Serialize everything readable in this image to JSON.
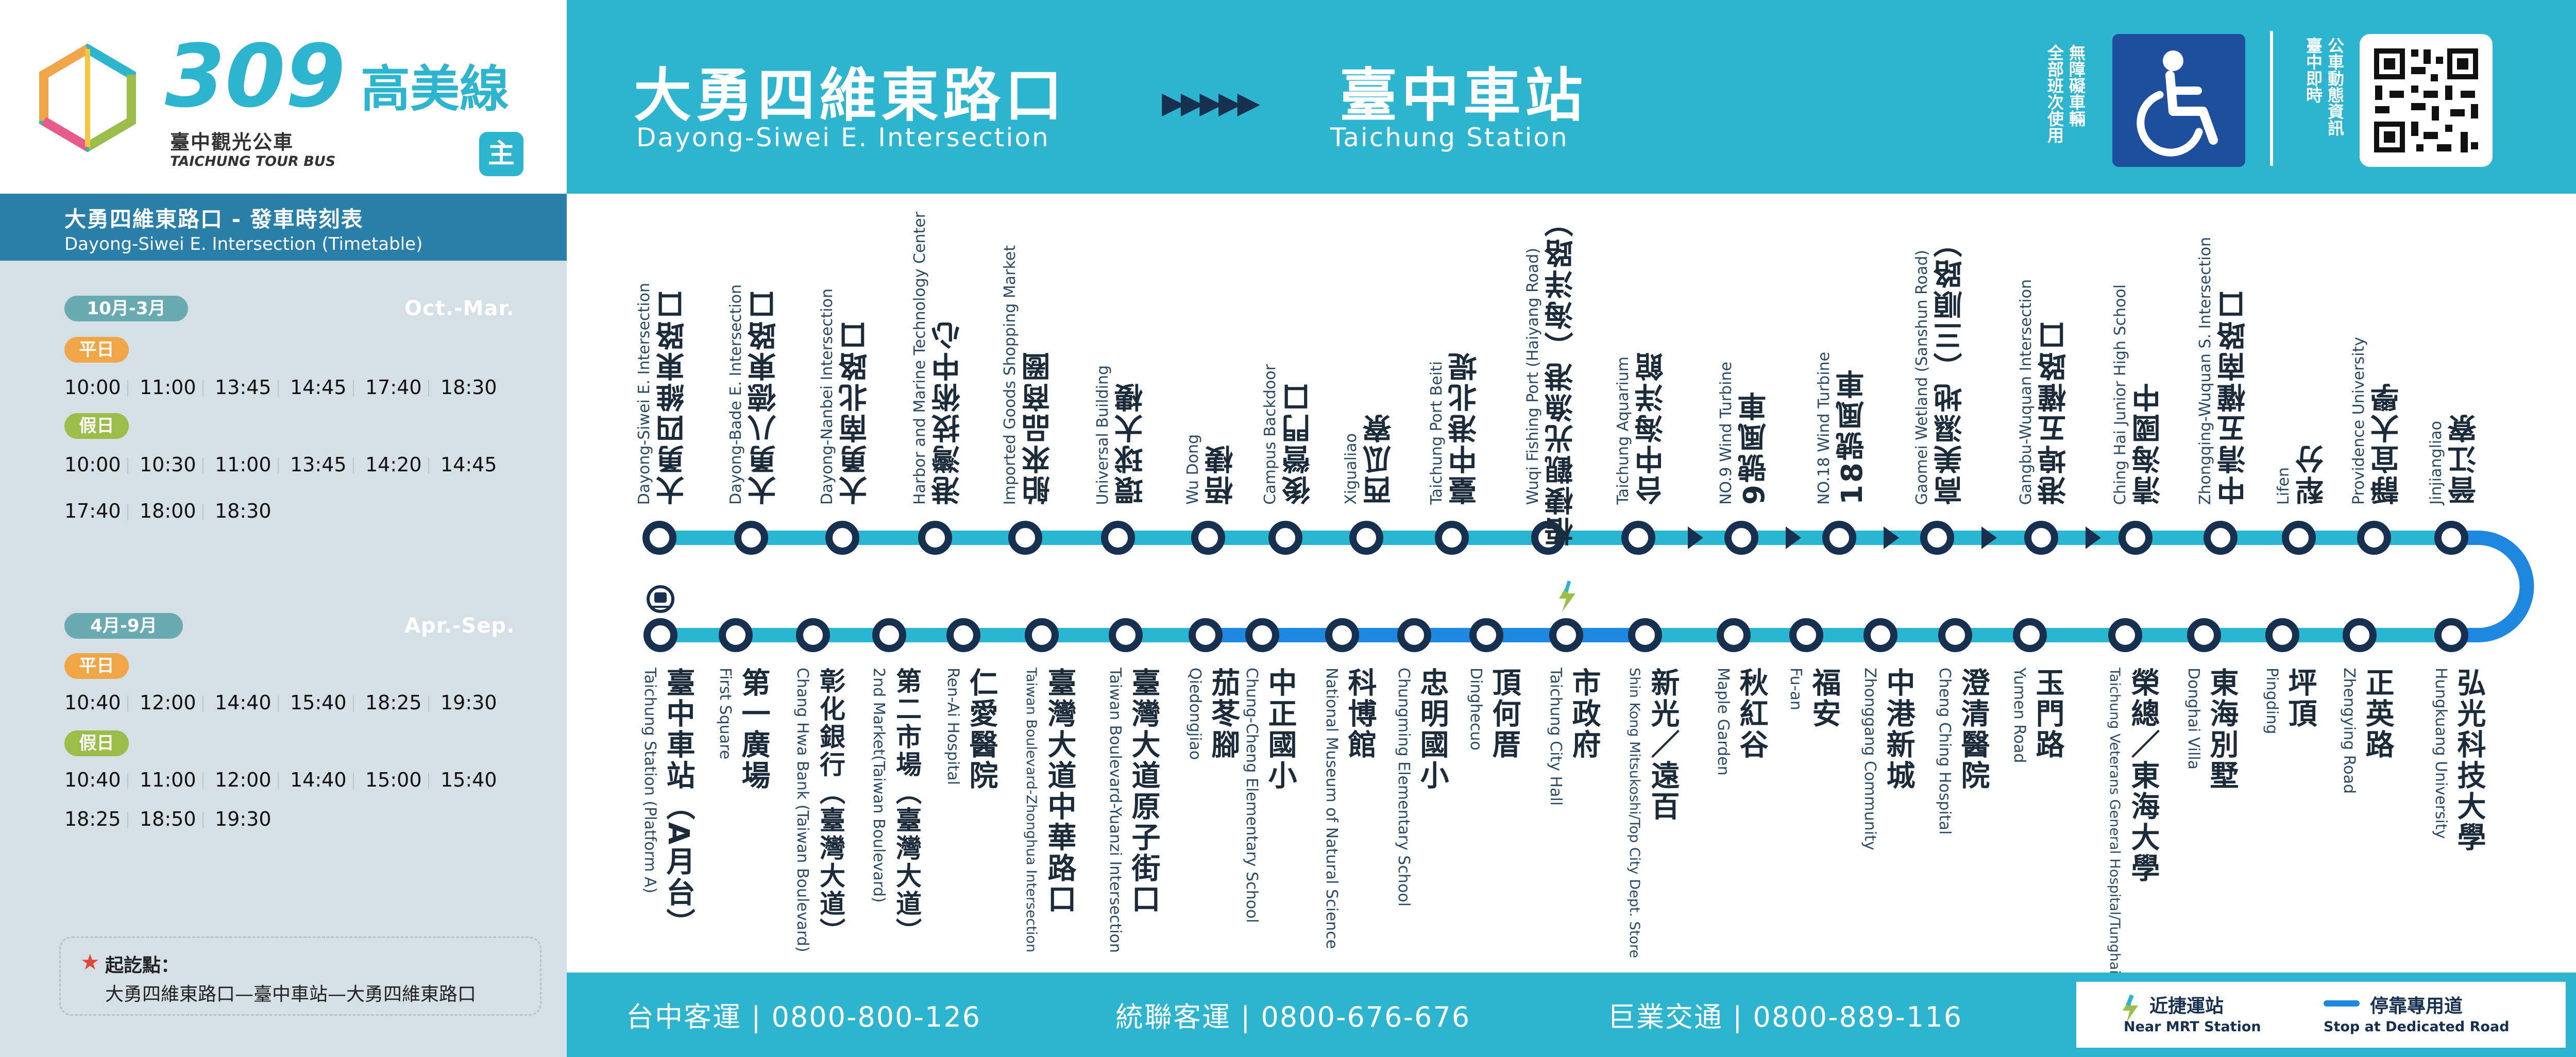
{
  "brand": {
    "route_number": "309",
    "route_name": "高美線",
    "subtitle_cn": "臺中觀光公車",
    "subtitle_en": "TAICHUNG TOUR BUS",
    "main_badge": "主"
  },
  "header": {
    "origin_cn": "大勇四維東路口",
    "origin_en": "Dayong-Siwei E. Intersection",
    "arrows": "▶▶▶▶▶",
    "dest_cn": "臺中車站",
    "dest_en": "Taichung Station",
    "accessible_col1": "全部班次使用",
    "accessible_col2": "無障礙車輛",
    "realtime_col1": "臺中即時",
    "realtime_col2": "公車動態資訊"
  },
  "timetable": {
    "title_cn": "大勇四維東路口 - 發車時刻表",
    "title_en": "Dayong-Siwei E. Intersection (Timetable)",
    "weekday_label": "平日",
    "holiday_label": "假日",
    "season1": {
      "label_cn": "10月-3月",
      "label_en": "Oct.-Mar.",
      "weekday": [
        "10:00",
        "11:00",
        "13:45",
        "14:45",
        "17:40",
        "18:30"
      ],
      "holiday_row1": [
        "10:00",
        "10:30",
        "11:00",
        "13:45",
        "14:20",
        "14:45"
      ],
      "holiday_row2": [
        "17:40",
        "18:00",
        "18:30"
      ]
    },
    "season2": {
      "label_cn": "4月-9月",
      "label_en": "Apr.-Sep.",
      "weekday": [
        "10:40",
        "12:00",
        "14:40",
        "15:40",
        "18:25",
        "19:30"
      ],
      "holiday_row1": [
        "10:40",
        "11:00",
        "12:00",
        "14:40",
        "15:00",
        "15:40"
      ],
      "holiday_row2": [
        "18:25",
        "18:50",
        "19:30"
      ]
    },
    "origin_label": "起訖點：",
    "origin_route": "大勇四維東路口—臺中車站—大勇四維東路口"
  },
  "stops_top": [
    {
      "cn": "大勇四維東路口",
      "en": "Dayong-Siwei E. Intersection"
    },
    {
      "cn": "大勇八德東路口",
      "en": "Dayong-Bade E. Intersection"
    },
    {
      "cn": "大勇南北路口",
      "en": "Dayong-Nanbei Intersection"
    },
    {
      "cn": "港灣技術中心",
      "en": "Harbor and Marine Technology Center"
    },
    {
      "cn": "舶來品商圈",
      "en": "Imported Goods Shopping Market"
    },
    {
      "cn": "環球大樓",
      "en": "Universal Building"
    },
    {
      "cn": "梧棲",
      "en": "Wu Dong"
    },
    {
      "cn": "後營門口",
      "en": "Campus Backdoor"
    },
    {
      "cn": "西瓜寮",
      "en": "Xigualiao"
    },
    {
      "cn": "臺中港北堤",
      "en": "Taichung Port Beiti"
    },
    {
      "cn": "梧棲觀光漁港（海洋路）",
      "en": "Wuqi Fishing Port (Haiyang Road)"
    },
    {
      "cn": "台中海洋館",
      "en": "Taichung Aquarium"
    },
    {
      "cn": "9號風車",
      "en": "NO.9 Wind Turbine"
    },
    {
      "cn": "18號風車",
      "en": "NO.18 Wind Turbine"
    },
    {
      "cn": "高美濕地（三順路）",
      "en": "Gaomei Wetland (Sanshun Road)"
    },
    {
      "cn": "港埠五權路口",
      "en": "Gangbu-Wuquan Intersection"
    },
    {
      "cn": "清海國中",
      "en": "Ching Hai Junior High School"
    },
    {
      "cn": "中清五權南路口",
      "en": "Zhongqing-Wuquan S. Intersection"
    },
    {
      "cn": "犁分",
      "en": "Lifen"
    },
    {
      "cn": "靜宜大學",
      "en": "Providence University"
    },
    {
      "cn": "晉江寮",
      "en": "Jinjiangliao"
    }
  ],
  "stops_bottom": [
    {
      "cn": "臺中車站（A月台）",
      "en": "Taichung Station (Platform A)"
    },
    {
      "cn": "第一廣場",
      "en": "First Square"
    },
    {
      "cn": "彰化銀行（臺灣大道）",
      "en": "Chang Hwa Bank (Taiwan Boulevard)"
    },
    {
      "cn": "第二市場（臺灣大道）",
      "en": "2nd Market(Taiwan Boulevard)"
    },
    {
      "cn": "仁愛醫院",
      "en": "Ren-Ai Hospital"
    },
    {
      "cn": "臺灣大道中華路口",
      "en": "Taiwan Boulevard-Zhonghua Intersection"
    },
    {
      "cn": "臺灣大道原子街口",
      "en": "Taiwan Boulevard-Yuanzi Intersection"
    },
    {
      "cn": "茄苳腳",
      "en": "Qiedongjiao"
    },
    {
      "cn": "中正國小",
      "en": "Chung-Cheng Elementary School"
    },
    {
      "cn": "科博館",
      "en": "National Museum of Natural Science"
    },
    {
      "cn": "忠明國小",
      "en": "Chungming Elementary School"
    },
    {
      "cn": "頂何厝",
      "en": "Dinghecuo"
    },
    {
      "cn": "市政府",
      "en": "Taichung City Hall"
    },
    {
      "cn": "新光／遠百",
      "en": "Shin Kong Mitsukoshi/Top City Dept. Store"
    },
    {
      "cn": "秋紅谷",
      "en": "Maple Garden"
    },
    {
      "cn": "福安",
      "en": "Fu-an"
    },
    {
      "cn": "中港新城",
      "en": "Zhonggang Community"
    },
    {
      "cn": "澄清醫院",
      "en": "Cheng Ching Hospital"
    },
    {
      "cn": "玉門路",
      "en": "Yumen Road"
    },
    {
      "cn": "榮總／東海大學",
      "en": "Taichung Veterans General Hospital/Tunghai Uni."
    },
    {
      "cn": "東海別墅",
      "en": "Donghai Villa"
    },
    {
      "cn": "坪頂",
      "en": "Pingding"
    },
    {
      "cn": "正英路",
      "en": "Zhengying Road"
    },
    {
      "cn": "弘光科技大學",
      "en": "Hungkuang University"
    }
  ],
  "operators": [
    {
      "name": "台中客運",
      "phone": "0800-800-126"
    },
    {
      "name": "統聯客運",
      "phone": "0800-676-676"
    },
    {
      "name": "巨業交通",
      "phone": "0800-889-116"
    }
  ],
  "legend": {
    "mrt_cn": "近捷運站",
    "mrt_en": "Near MRT Station",
    "lane_cn": "停靠專用道",
    "lane_en": "Stop at Dedicated Road"
  },
  "colors": {
    "header_bg": "#2db4cf",
    "timetable_header": "#2a7fa9",
    "left_panel": "#d4dfe6",
    "route_line": "#29b6d0",
    "dedicated_lane": "#1e88e0",
    "stop_circle": "#17304f",
    "weekday_pill": "#f0a547",
    "holiday_pill": "#9bbd4a",
    "season_pill": "#6aaab1"
  },
  "icons": {
    "wheelchair": "wheelchair-icon",
    "qr": "qr-code-icon",
    "mrt": "mrt-icon",
    "train": "train-station-icon",
    "star": "star-icon"
  }
}
